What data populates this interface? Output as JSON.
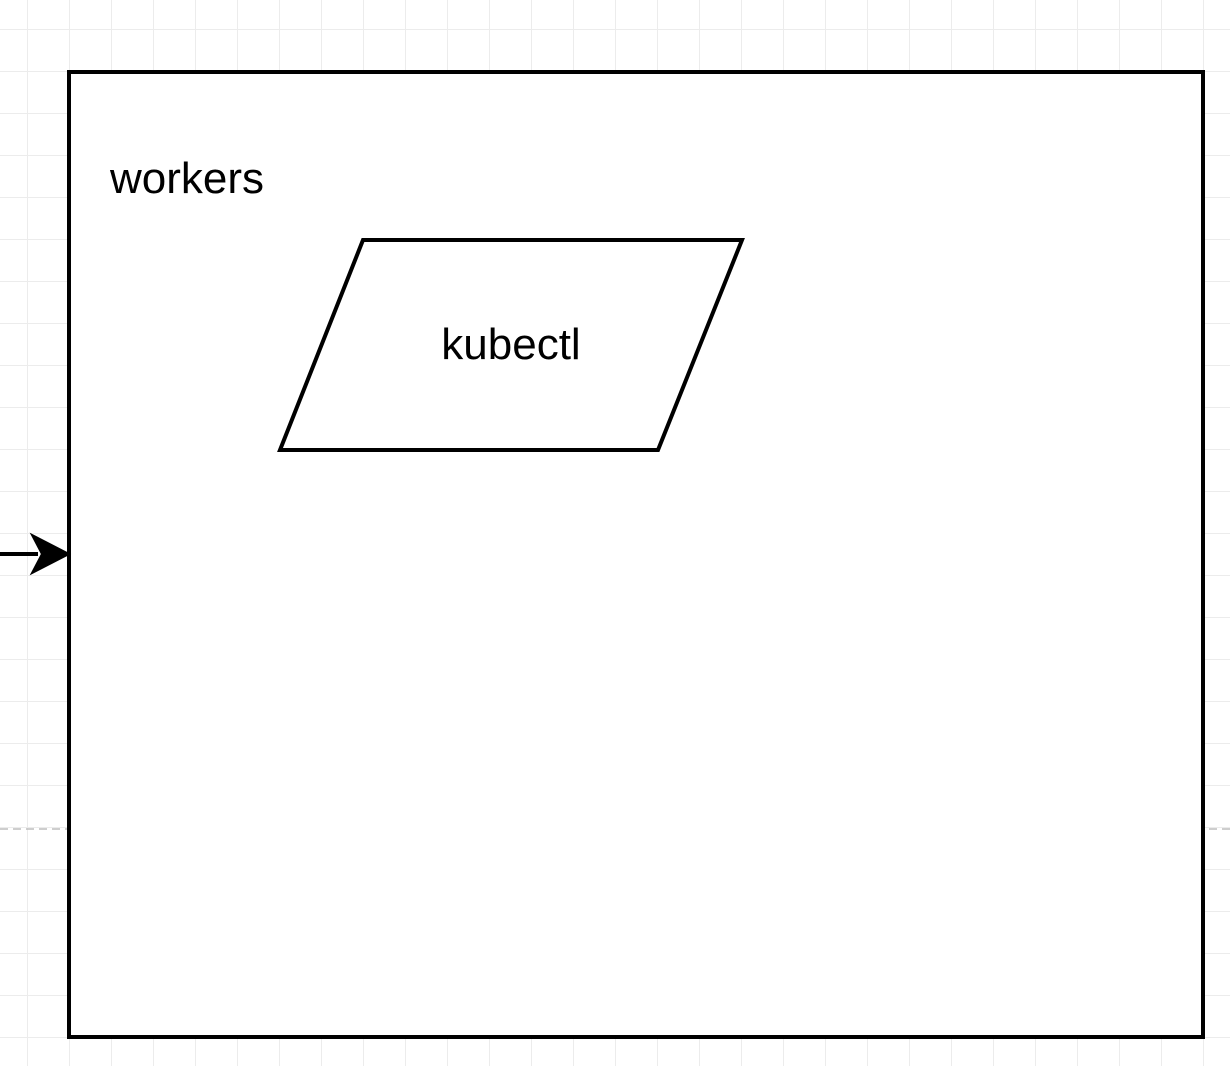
{
  "diagram": {
    "container": {
      "label": "workers",
      "stroke_color": "#000000",
      "fill_color": "#ffffff"
    },
    "nodes": [
      {
        "id": "kubectl",
        "shape": "parallelogram",
        "label": "kubectl"
      }
    ],
    "edges": [
      {
        "from": "offscreen-left",
        "to": "workers",
        "arrow": "filled"
      }
    ],
    "canvas": {
      "grid_color": "#ececec",
      "page_break_color": "#bdbdbd",
      "background": "#ffffff"
    }
  }
}
